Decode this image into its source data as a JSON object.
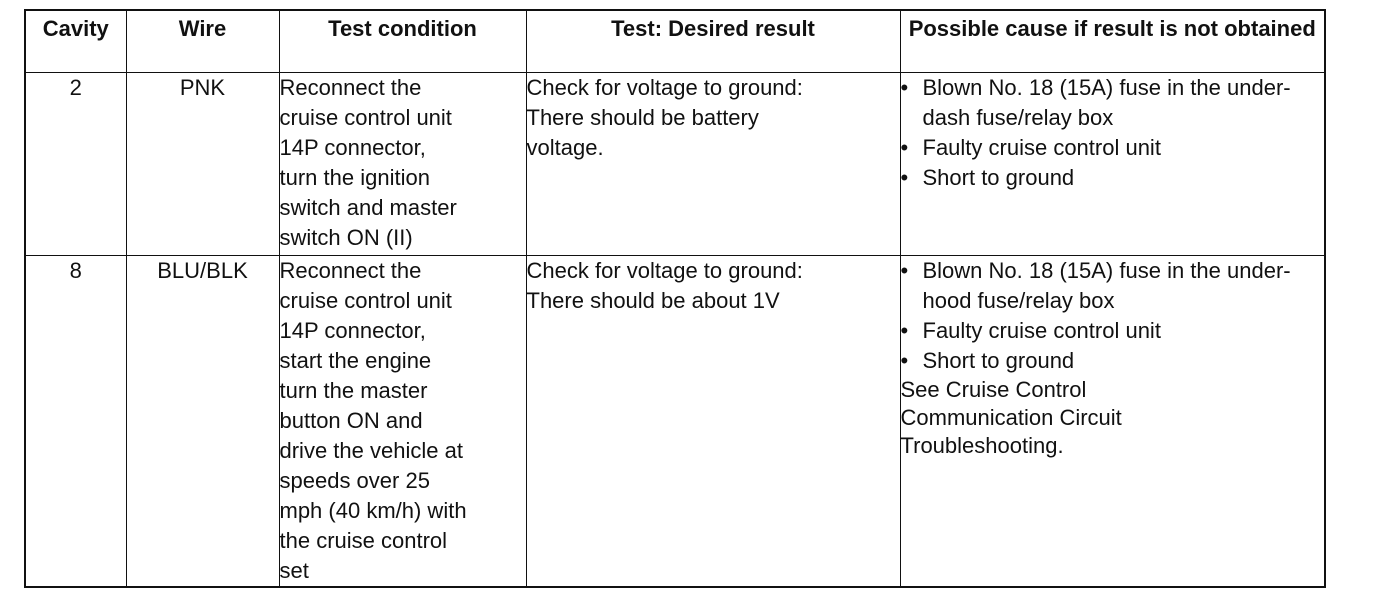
{
  "table": {
    "headers": {
      "cavity": "Cavity",
      "wire": "Wire",
      "test_condition": "Test condition",
      "desired_result": "Test: Desired result",
      "possible_cause": "Possible cause if result is not obtained"
    },
    "rows": [
      {
        "cavity": "2",
        "wire": "PNK",
        "test_condition": "Reconnect the\ncruise control unit\n14P connector,\nturn the ignition\nswitch and master\nswitch ON (II)",
        "desired_result": "Check for voltage to ground:\nThere should be battery\nvoltage.",
        "causes": [
          "Blown No. 18 (15A) fuse in the under-dash fuse/relay box",
          "Faulty cruise control unit",
          "Short to ground"
        ],
        "note": ""
      },
      {
        "cavity": "8",
        "wire": "BLU/BLK",
        "test_condition": "Reconnect the\ncruise control unit\n14P connector,\nstart the engine\nturn the master\nbutton ON and\ndrive the vehicle at\nspeeds over 25\nmph (40 km/h) with\nthe cruise control\nset",
        "desired_result": "Check for voltage to ground:\nThere should be about 1V",
        "causes": [
          "Blown No. 18 (15A) fuse in the under-hood fuse/relay box",
          "Faulty cruise control unit",
          "Short to ground"
        ],
        "note": "See Cruise Control\nCommunication Circuit\nTroubleshooting."
      }
    ],
    "bullet_char": "•"
  }
}
